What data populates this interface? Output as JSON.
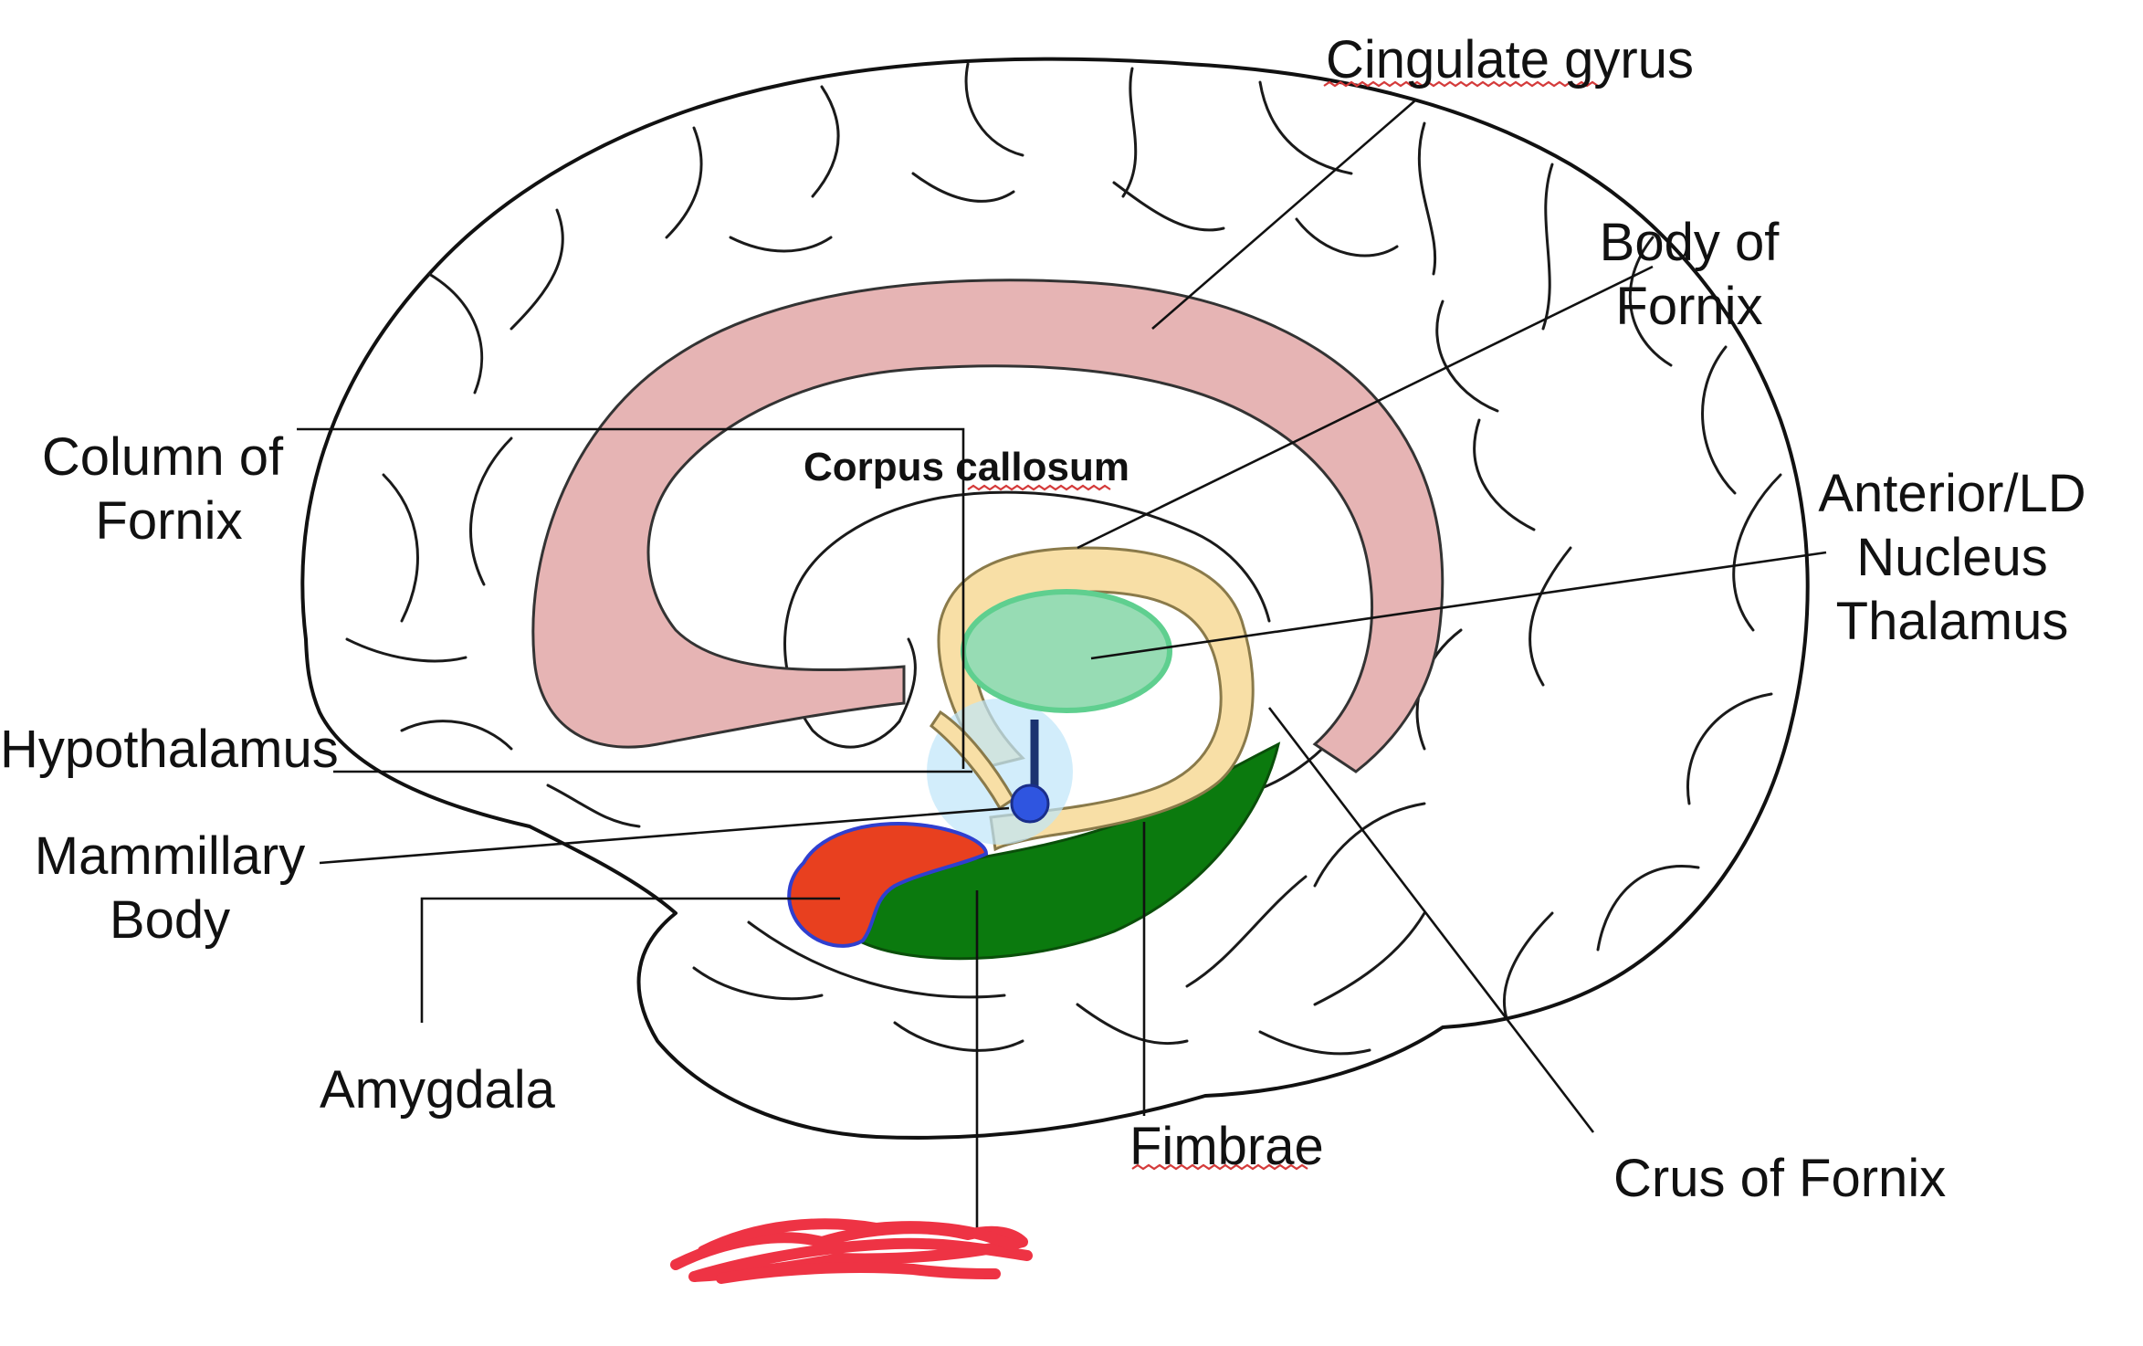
{
  "labels": {
    "cingulate_gyrus": "Cingulate gyrus",
    "body_of_fornix_1": "Body of",
    "body_of_fornix_2": "Fornix",
    "column_of_fornix_1": "Column of",
    "column_of_fornix_2": "Fornix",
    "corpus_callosum": "Corpus callosum",
    "anterior_nucleus_1": "Anterior/LD",
    "anterior_nucleus_2": "Nucleus",
    "anterior_nucleus_3": "Thalamus",
    "hypothalamus": "Hypothalamus",
    "mammillary_body_1": "Mammillary",
    "mammillary_body_2": "Body",
    "amygdala": "Amygdala",
    "fimbrae": "Fimbrae",
    "crus_of_fornix": "Crus of Fornix"
  },
  "colors": {
    "corpus_callosum": "#e6b4b4",
    "fornix": "#f8dfa6",
    "thalamus": "#97dcb4",
    "hypothalamus": "#bfe6fa",
    "hippocampus": "#0b7a0e",
    "amygdala": "#e8401f",
    "mammillary_body": "#2f55e0",
    "scribble": "#ee3344"
  }
}
